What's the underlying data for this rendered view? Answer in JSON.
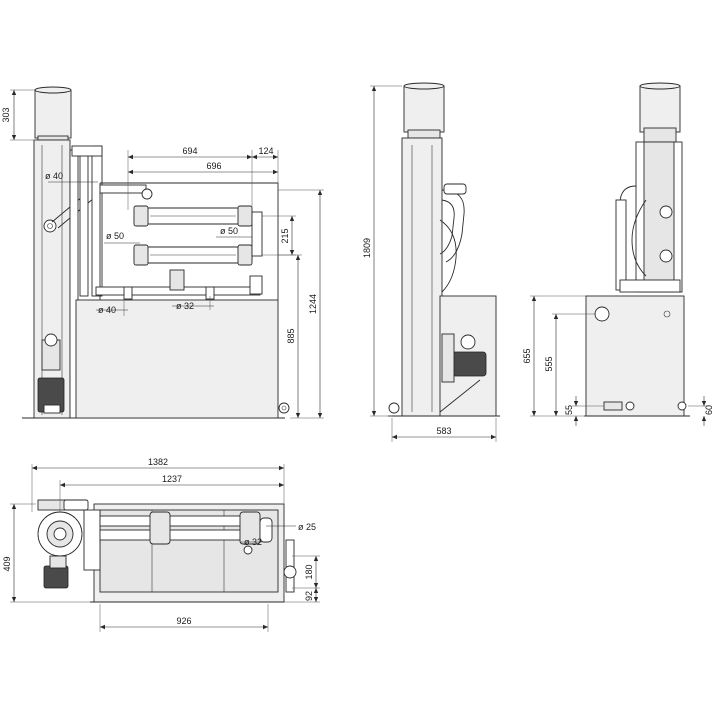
{
  "front_view": {
    "dims": {
      "d303": "303",
      "d694": "694",
      "d124": "124",
      "d696": "696",
      "dia40_top": "ø 40",
      "dia50_left": "ø 50",
      "dia50_right": "ø 50",
      "d215": "215",
      "d885": "885",
      "d1244": "1244",
      "dia40_bottom": "ø 40",
      "dia32": "ø 32"
    }
  },
  "side_view_left": {
    "dims": {
      "d1809": "1809",
      "d583": "583"
    }
  },
  "side_view_right": {
    "dims": {
      "d655": "655",
      "d555": "555",
      "d55": "55",
      "d60": "60"
    }
  },
  "top_view": {
    "dims": {
      "d1382": "1382",
      "d1237": "1237",
      "d409": "409",
      "dia25": "ø 25",
      "dia32": "ø 32",
      "d180": "180",
      "d92": "92",
      "d926": "926"
    }
  }
}
